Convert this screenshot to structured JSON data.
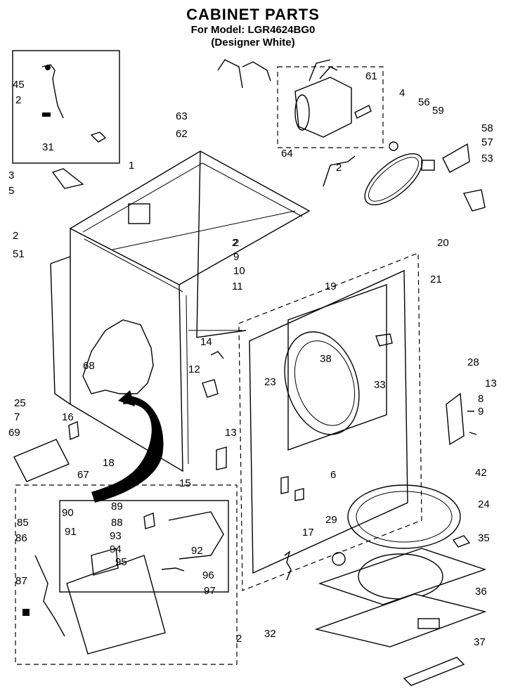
{
  "header": {
    "title": "CABINET PARTS",
    "model": "For Model: LGR4624BG0",
    "color": "(Designer White)"
  },
  "callouts": [
    "45",
    "2",
    "31",
    "3",
    "1",
    "5",
    "2",
    "51",
    "63",
    "62",
    "61",
    "4",
    "56",
    "59",
    "58",
    "57",
    "53",
    "64",
    "2",
    "2",
    "9",
    "10",
    "11",
    "20",
    "19",
    "21",
    "2",
    "68",
    "14",
    "12",
    "13",
    "25",
    "7",
    "16",
    "69",
    "18",
    "15",
    "67",
    "23",
    "38",
    "33",
    "28",
    "13",
    "8",
    "9",
    "6",
    "42",
    "24",
    "35",
    "29",
    "17",
    "36",
    "32",
    "37",
    "2",
    "85",
    "90",
    "91",
    "86",
    "87",
    "89",
    "88",
    "93",
    "94",
    "95",
    "92",
    "96",
    "97"
  ]
}
